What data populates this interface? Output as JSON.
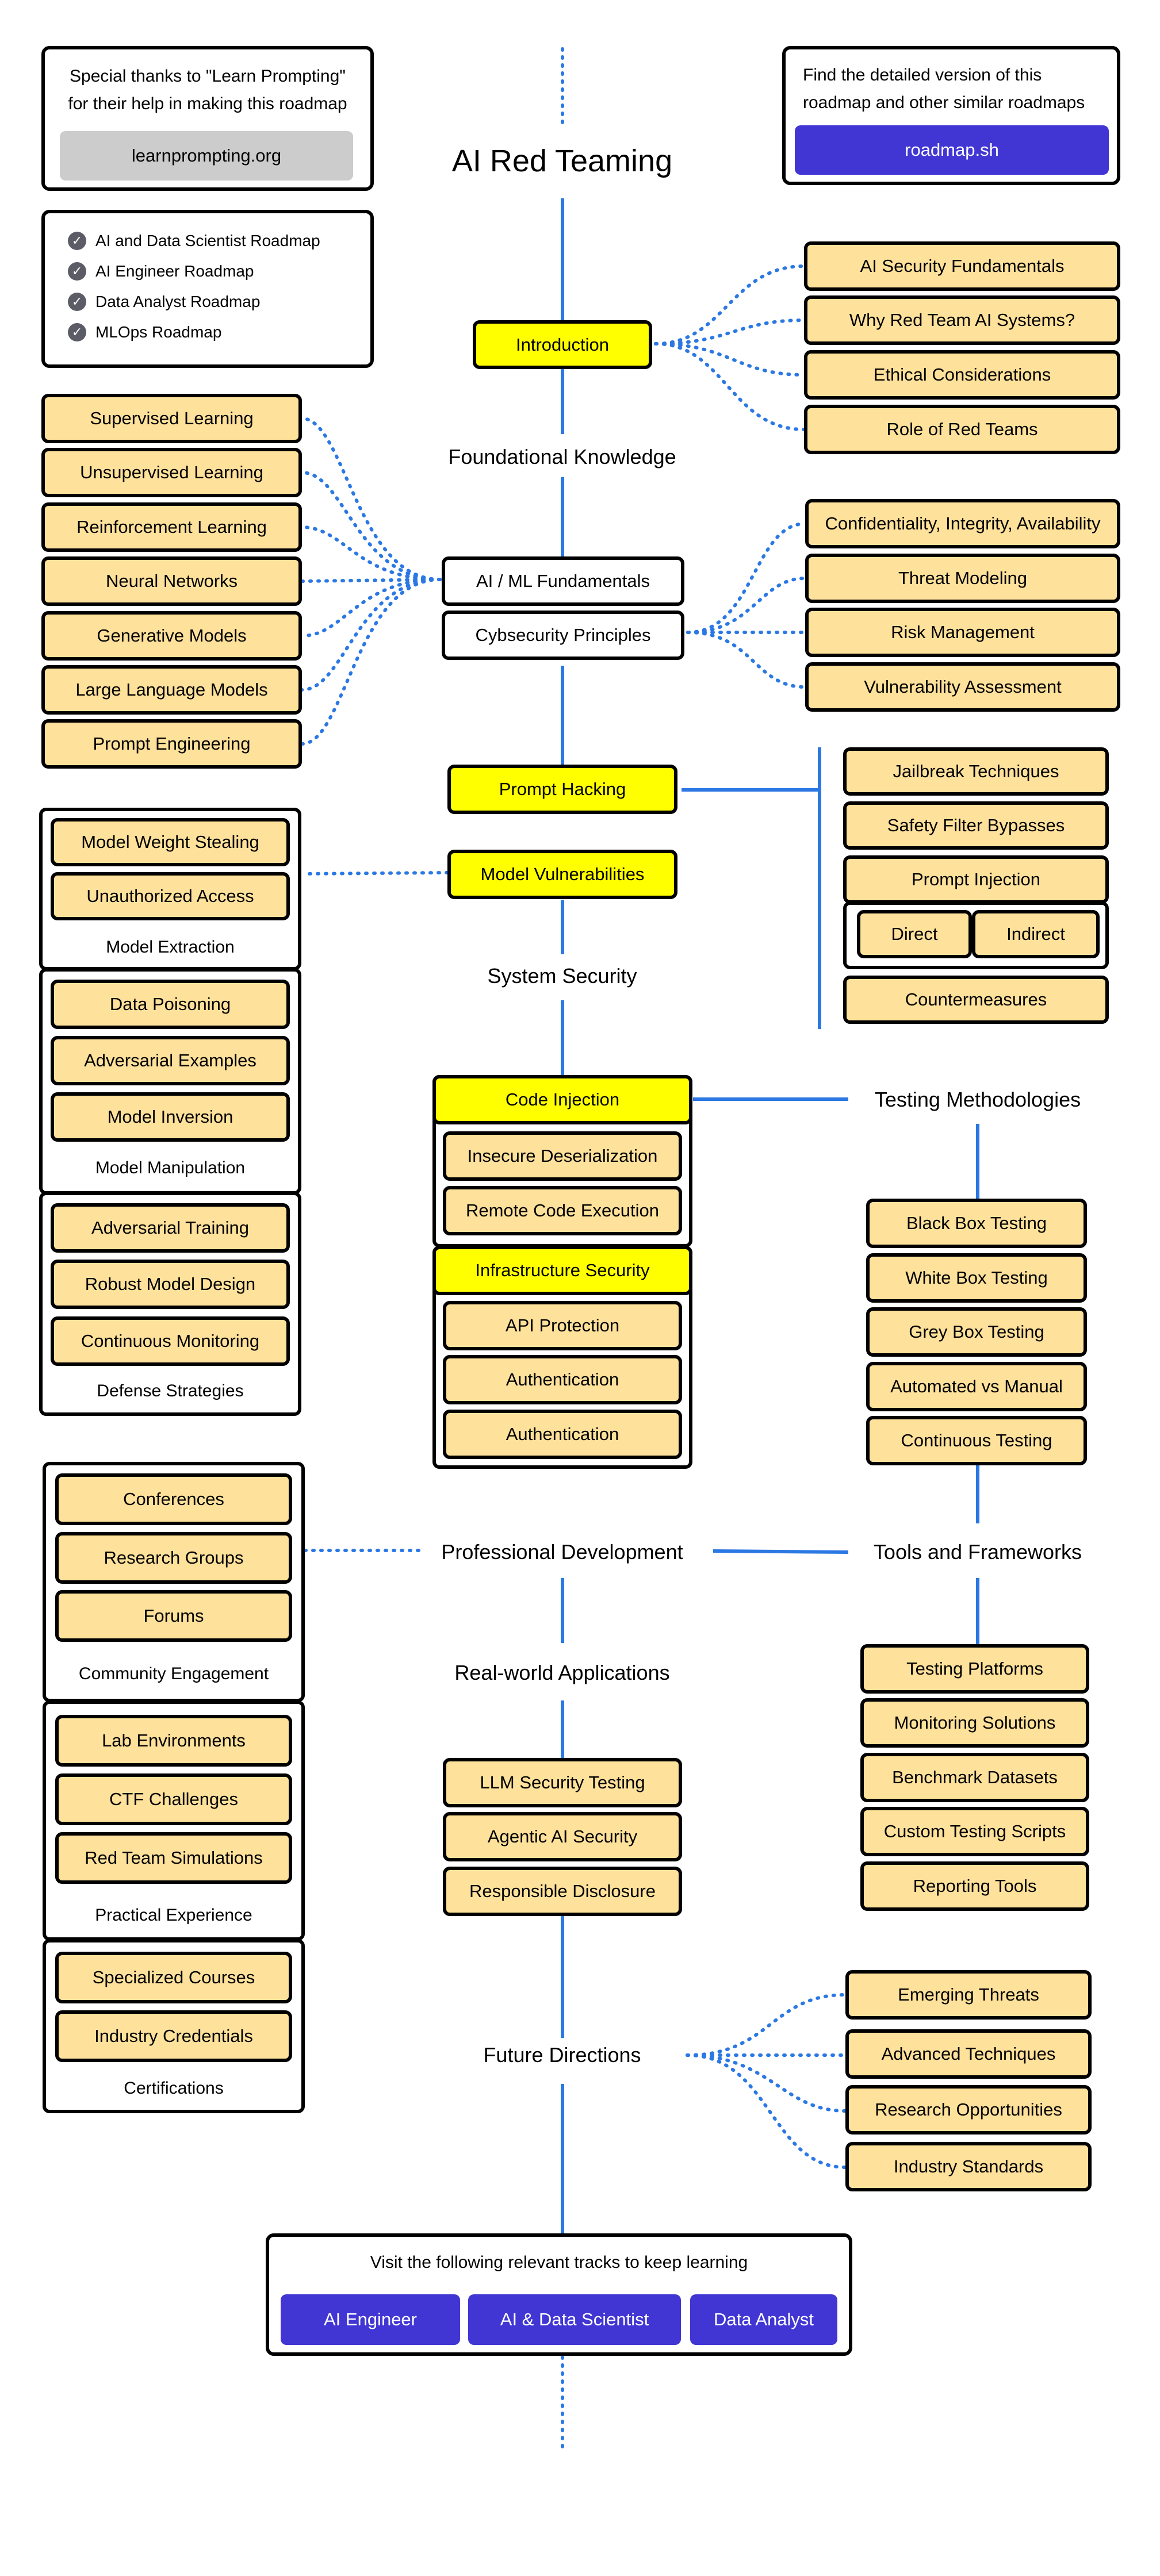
{
  "title": "AI Red Teaming",
  "thanks": {
    "text_line1": "Special thanks to \"Learn Prompting\"",
    "text_line2": "for their help in making this roadmap",
    "button": "learnprompting.org"
  },
  "detailed": {
    "text_line1": "Find the detailed version of this",
    "text_line2": "roadmap and other similar roadmaps",
    "button": "roadmap.sh"
  },
  "related_roadmaps": [
    "AI and Data Scientist Roadmap",
    "AI Engineer Roadmap",
    "Data Analyst Roadmap",
    "MLOps Roadmap"
  ],
  "check_icon": "check-circle-icon",
  "sections": {
    "introduction": "Introduction",
    "foundational": "Foundational Knowledge",
    "ai_ml": "AI / ML Fundamentals",
    "cybersecurity": "Cybsecurity Principles",
    "prompt_hacking": "Prompt Hacking",
    "model_vulns": "Model Vulnerabilities",
    "system_security": "System Security",
    "code_injection": "Code Injection",
    "infra_security": "Infrastructure Security",
    "testing_methodologies": "Testing Methodologies",
    "professional_dev": "Professional Development",
    "tools_frameworks": "Tools and Frameworks",
    "real_world": "Real-world Applications",
    "future": "Future Directions"
  },
  "intro_items": [
    "AI Security Fundamentals",
    "Why Red Team AI Systems?",
    "Ethical Considerations",
    "Role of Red Teams"
  ],
  "ml_items": [
    "Supervised Learning",
    "Unsupervised Learning",
    "Reinforcement Learning",
    "Neural Networks",
    "Generative Models",
    "Large Language Models",
    "Prompt Engineering"
  ],
  "cyber_items": [
    "Confidentiality, Integrity, Availability",
    "Threat Modeling",
    "Risk Management",
    "Vulnerability Assessment"
  ],
  "prompt_items": {
    "jailbreak": "Jailbreak Techniques",
    "safety": "Safety Filter Bypasses",
    "injection": "Prompt Injection",
    "direct": "Direct",
    "indirect": "Indirect",
    "countermeasures": "Countermeasures"
  },
  "model_extraction": {
    "items": [
      "Model Weight Stealing",
      "Unauthorized Access"
    ],
    "label": "Model Extraction"
  },
  "model_manipulation": {
    "items": [
      "Data Poisoning",
      "Adversarial Examples",
      "Model Inversion"
    ],
    "label": "Model Manipulation"
  },
  "defense_strategies": {
    "items": [
      "Adversarial Training",
      "Robust Model Design",
      "Continuous Monitoring"
    ],
    "label": "Defense Strategies"
  },
  "code_injection_items": [
    "Insecure Deserialization",
    "Remote Code Execution"
  ],
  "infra_items": [
    "API Protection",
    "Authentication",
    "Authentication"
  ],
  "testing_items": [
    "Black Box Testing",
    "White Box Testing",
    "Grey Box Testing",
    "Automated vs Manual",
    "Continuous Testing"
  ],
  "community": {
    "items": [
      "Conferences",
      "Research Groups",
      "Forums"
    ],
    "label": "Community Engagement"
  },
  "practical": {
    "items": [
      "Lab Environments",
      "CTF Challenges",
      "Red Team Simulations"
    ],
    "label": "Practical Experience"
  },
  "certifications": {
    "items": [
      "Specialized Courses",
      "Industry Credentials"
    ],
    "label": "Certifications"
  },
  "tools_items": [
    "Testing Platforms",
    "Monitoring Solutions",
    "Benchmark Datasets",
    "Custom Testing Scripts",
    "Reporting Tools"
  ],
  "realworld_items": [
    "LLM Security Testing",
    "Agentic AI Security",
    "Responsible Disclosure"
  ],
  "future_items": [
    "Emerging Threats",
    "Advanced Techniques",
    "Research Opportunities",
    "Industry Standards"
  ],
  "footer": {
    "text": "Visit the following relevant tracks to keep learning",
    "buttons": [
      "AI Engineer",
      "AI & Data Scientist",
      "Data Analyst"
    ]
  },
  "colors": {
    "subtopic": "#fee19a",
    "topic": "#ffff00",
    "line": "#2b78e4",
    "button": "#4136d4",
    "grey_button": "#cccccc"
  }
}
